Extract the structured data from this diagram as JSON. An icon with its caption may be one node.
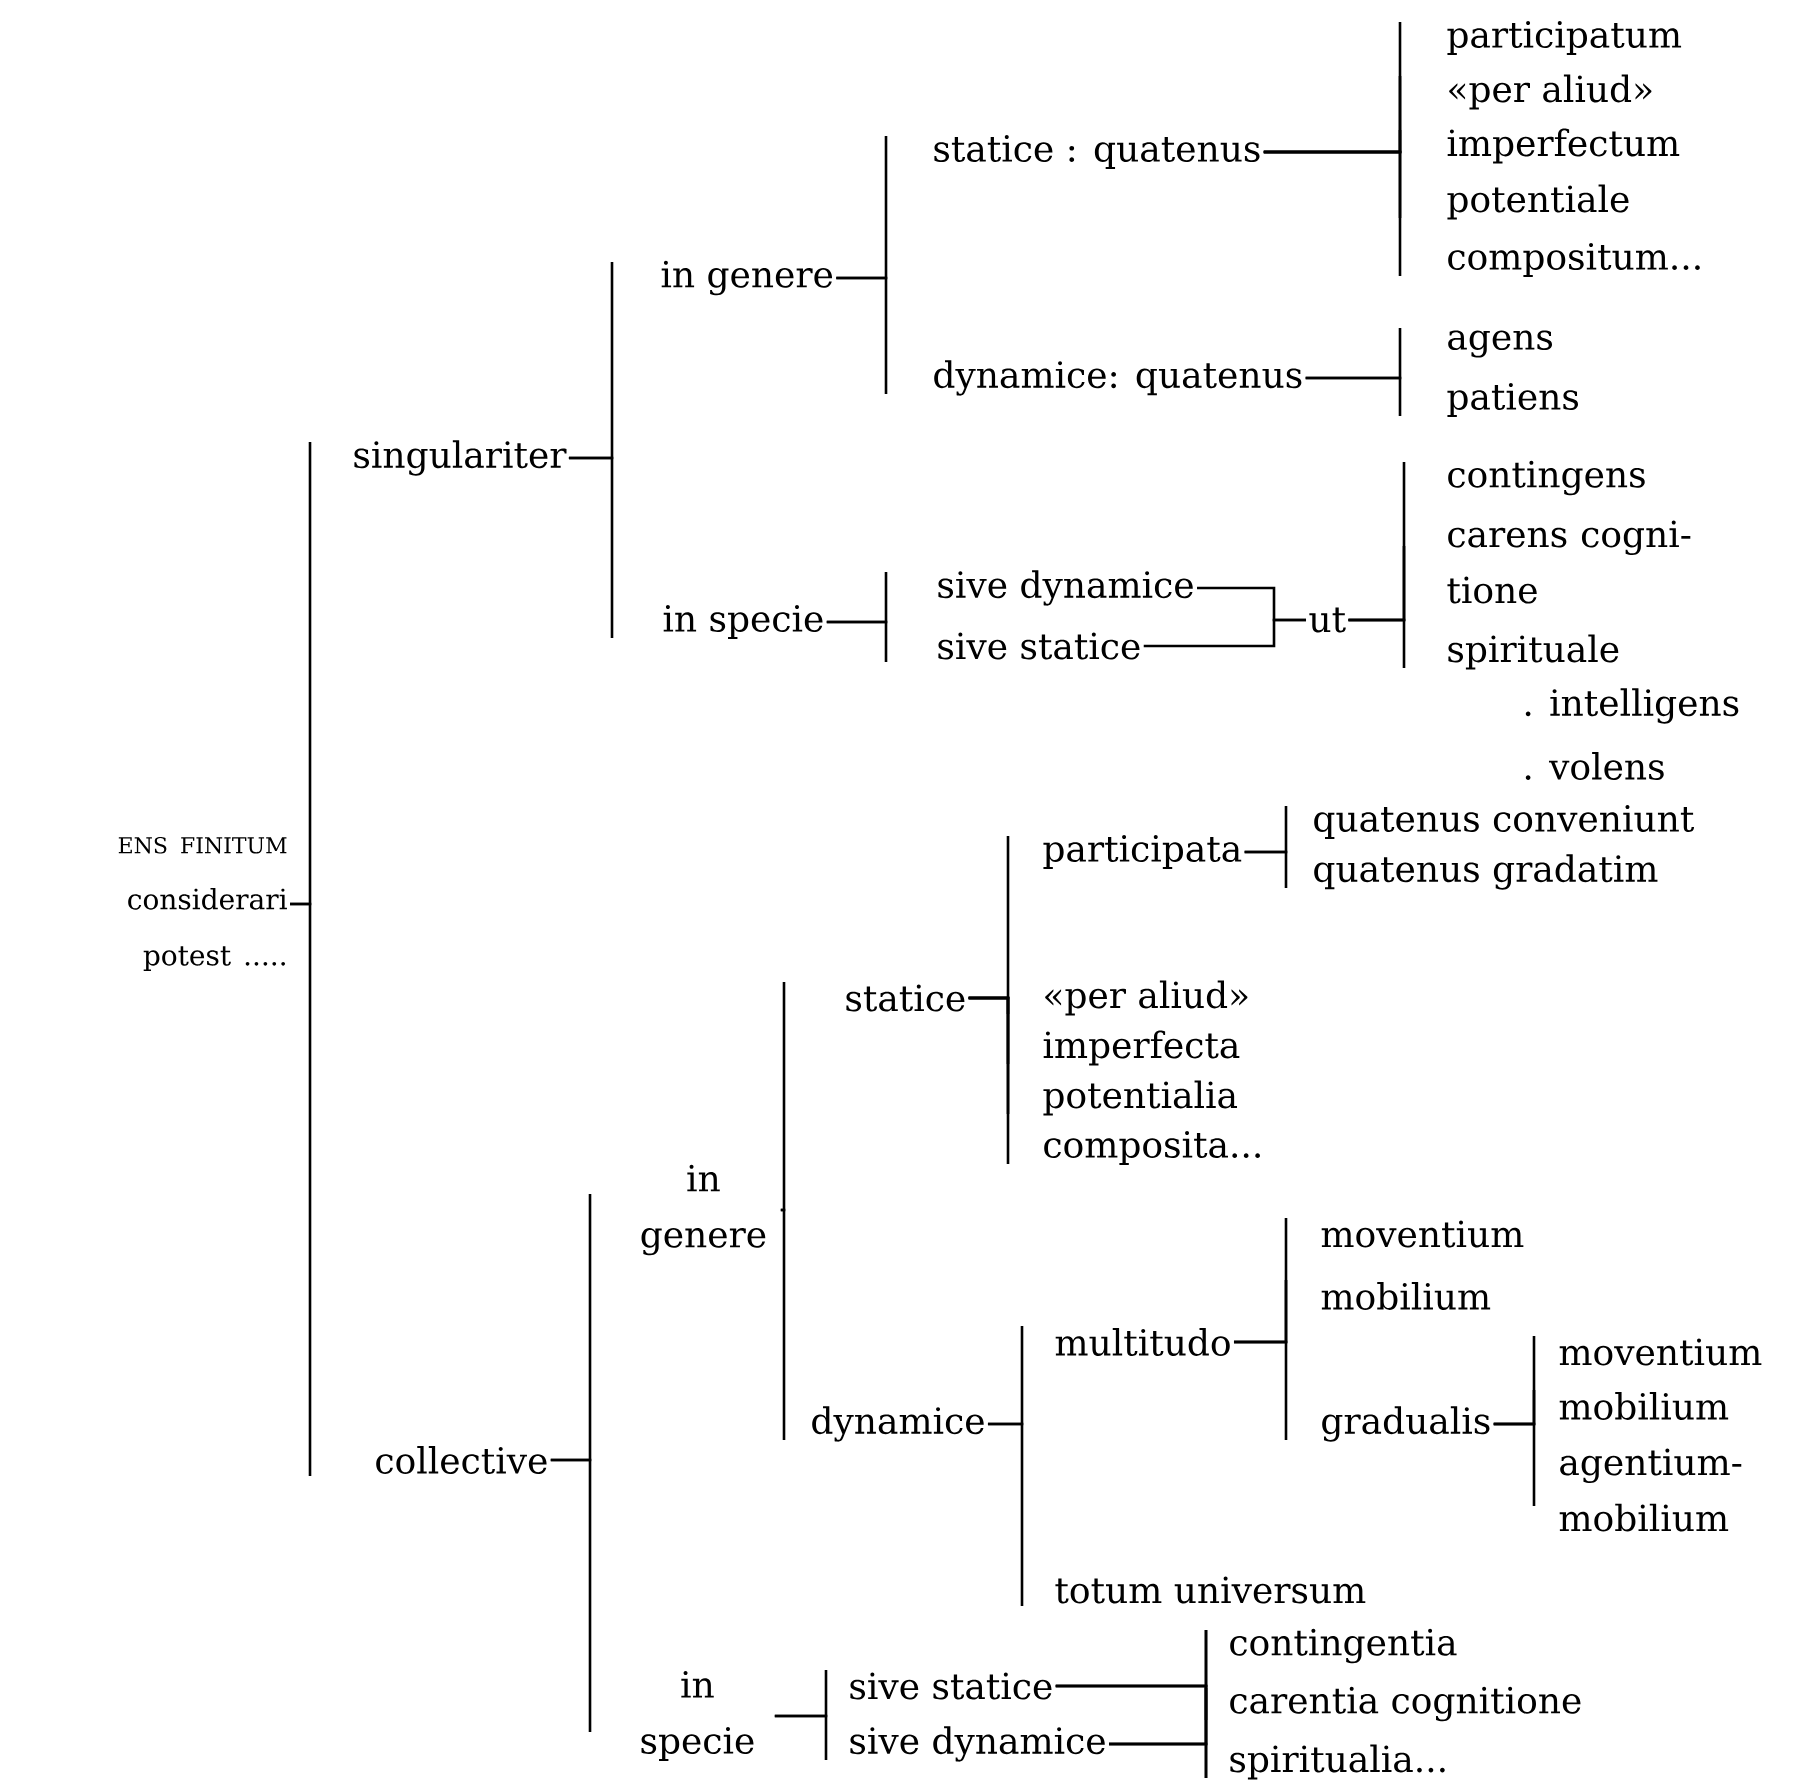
{
  "diagram": {
    "nodes": [
      {
        "text": [
          "ENS FINITUM",
          "considerari potest ....."
        ]
      },
      {
        "text": [
          "singulariter"
        ]
      },
      {
        "text": [
          "in genere"
        ]
      },
      {
        "text": [
          "statice : quatenus"
        ]
      },
      {
        "text": [
          "participatum"
        ]
      },
      {
        "text": [
          "«per aliud»"
        ]
      },
      {
        "text": [
          "imperfectum"
        ]
      },
      {
        "text": [
          "potentiale"
        ]
      },
      {
        "text": [
          "compositum..."
        ]
      },
      {
        "text": [
          "dynamice: quatenus"
        ]
      },
      {
        "text": [
          "agens"
        ]
      },
      {
        "text": [
          "patiens"
        ]
      },
      {
        "text": [
          "in specie"
        ]
      },
      {
        "text": [
          "sive dynamice"
        ]
      },
      {
        "text": [
          "sive statice"
        ]
      },
      {
        "text": [
          "ut"
        ]
      },
      {
        "text": [
          "contingens"
        ]
      },
      {
        "text": [
          "carens cogni- tione"
        ]
      },
      {
        "text": [
          "spirituale"
        ]
      },
      {
        "text": [
          ". intelligens"
        ]
      },
      {
        "text": [
          ". volens"
        ]
      },
      {
        "text": [
          "collective"
        ]
      },
      {
        "text": [
          "in genere"
        ]
      },
      {
        "text": [
          "statice"
        ]
      },
      {
        "text": [
          "participata"
        ]
      },
      {
        "text": [
          "quatenus conveniunt"
        ]
      },
      {
        "text": [
          "quatenus gradatim"
        ]
      },
      {
        "text": [
          "«per aliud»"
        ]
      },
      {
        "text": [
          "imperfecta"
        ]
      },
      {
        "text": [
          "potentialia"
        ]
      },
      {
        "text": [
          "composita..."
        ]
      },
      {
        "text": [
          "dynamice"
        ]
      },
      {
        "text": [
          "multitudo"
        ]
      },
      {
        "text": [
          "moventium"
        ]
      },
      {
        "text": [
          "mobilium"
        ]
      },
      {
        "text": [
          "gradualis"
        ]
      },
      {
        "text": [
          "moventium"
        ]
      },
      {
        "text": [
          "mobilium"
        ]
      },
      {
        "text": [
          "agentium- mobilium"
        ]
      },
      {
        "text": [
          "totum universum"
        ]
      },
      {
        "text": [
          "in specie"
        ]
      },
      {
        "text": [
          "sive statice"
        ]
      },
      {
        "text": [
          "sive dynamice"
        ]
      },
      {
        "text": [
          "contingentia"
        ]
      },
      {
        "text": [
          "carentia cognitione"
        ]
      },
      {
        "text": [
          "spiritualia..."
        ]
      }
    ],
    "edges": [
      {
        "from": 0,
        "to": 1,
        "arrow": "none"
      },
      {
        "from": 0,
        "to": 21,
        "arrow": "none"
      },
      {
        "from": 1,
        "to": 2,
        "arrow": "none"
      },
      {
        "from": 1,
        "to": 12,
        "arrow": "none"
      },
      {
        "from": 2,
        "to": 3,
        "arrow": "none"
      },
      {
        "from": 2,
        "to": 9,
        "arrow": "none"
      },
      {
        "from": 3,
        "to": 4,
        "arrow": "none"
      },
      {
        "from": 3,
        "to": 5,
        "arrow": "none"
      },
      {
        "from": 3,
        "to": 6,
        "arrow": "none"
      },
      {
        "from": 3,
        "to": 7,
        "arrow": "none"
      },
      {
        "from": 3,
        "to": 8,
        "arrow": "none"
      },
      {
        "from": 9,
        "to": 10,
        "arrow": "none"
      },
      {
        "from": 9,
        "to": 11,
        "arrow": "none"
      },
      {
        "from": 12,
        "to": 13,
        "arrow": "none"
      },
      {
        "from": 12,
        "to": 14,
        "arrow": "none"
      },
      {
        "from": 13,
        "to": 15,
        "arrow": "none"
      },
      {
        "from": 14,
        "to": 15,
        "arrow": "none"
      },
      {
        "from": 15,
        "to": 16,
        "arrow": "none"
      },
      {
        "from": 15,
        "to": 17,
        "arrow": "none"
      },
      {
        "from": 15,
        "to": 18,
        "arrow": "none"
      },
      {
        "from": 21,
        "to": 22,
        "arrow": "none"
      },
      {
        "from": 21,
        "to": 40,
        "arrow": "none"
      },
      {
        "from": 22,
        "to": 23,
        "arrow": "none"
      },
      {
        "from": 22,
        "to": 31,
        "arrow": "none"
      },
      {
        "from": 23,
        "to": 24,
        "arrow": "none"
      },
      {
        "from": 23,
        "to": 27,
        "arrow": "none"
      },
      {
        "from": 23,
        "to": 28,
        "arrow": "none"
      },
      {
        "from": 23,
        "to": 29,
        "arrow": "none"
      },
      {
        "from": 23,
        "to": 30,
        "arrow": "none"
      },
      {
        "from": 24,
        "to": 25,
        "arrow": "none"
      },
      {
        "from": 24,
        "to": 26,
        "arrow": "none"
      },
      {
        "from": 31,
        "to": 32,
        "arrow": "none"
      },
      {
        "from": 31,
        "to": 39,
        "arrow": "none"
      },
      {
        "from": 32,
        "to": 33,
        "arrow": "none"
      },
      {
        "from": 32,
        "to": 34,
        "arrow": "none"
      },
      {
        "from": 32,
        "to": 35,
        "arrow": "none"
      },
      {
        "from": 35,
        "to": 36,
        "arrow": "none"
      },
      {
        "from": 35,
        "to": 37,
        "arrow": "none"
      },
      {
        "from": 35,
        "to": 38,
        "arrow": "none"
      },
      {
        "from": 40,
        "to": 41,
        "arrow": "none"
      },
      {
        "from": 40,
        "to": 42,
        "arrow": "none"
      },
      {
        "from": 41,
        "to": 43,
        "arrow": "none"
      },
      {
        "from": 41,
        "to": 44,
        "arrow": "none"
      },
      {
        "from": 41,
        "to": 45,
        "arrow": "none"
      },
      {
        "from": 42,
        "to": 43,
        "arrow": "none"
      },
      {
        "from": 42,
        "to": 44,
        "arrow": "none"
      },
      {
        "from": 42,
        "to": 45,
        "arrow": "none"
      }
    ]
  }
}
